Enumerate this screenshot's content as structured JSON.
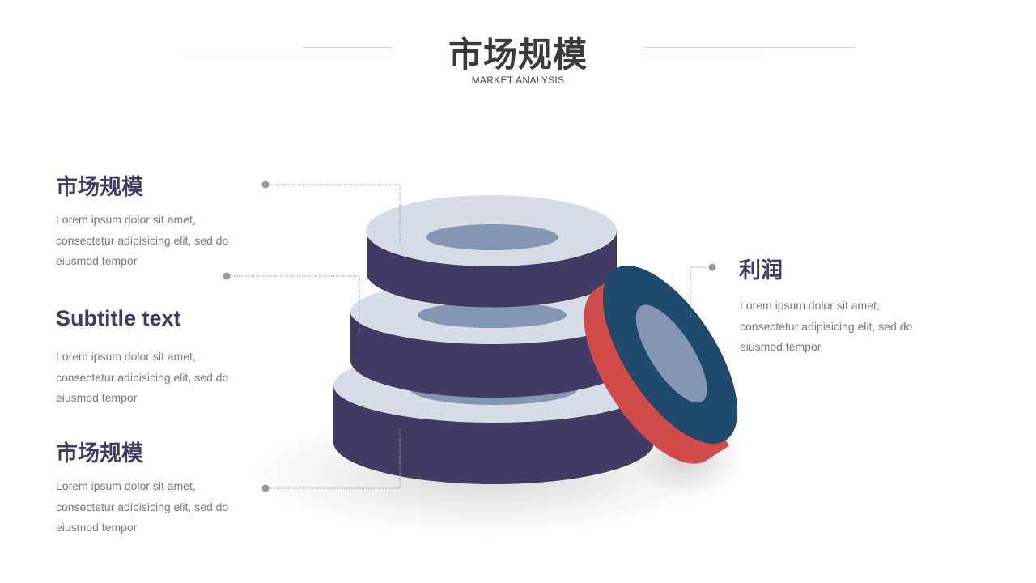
{
  "header": {
    "title": "市场规模",
    "subtitle": "MARKET ANALYSIS"
  },
  "left_items": [
    {
      "heading": "市场规模",
      "text": "Lorem ipsum dolor sit amet,\nconsectetur adipisicing elit, sed do\neiusmod tempor"
    },
    {
      "heading": "Subtitle text",
      "text": "Lorem ipsum dolor sit amet,\nconsectetur adipisicing elit, sed do\neiusmod tempor"
    },
    {
      "heading": "市场规模",
      "text": "Lorem ipsum dolor sit amet,\nconsectetur adipisicing elit, sed do\neiusmod tempor"
    }
  ],
  "right_item": {
    "heading": "利润",
    "text": "Lorem ipsum dolor sit amet,\nconsectetur adipisicing elit, sed do\neiusmod tempor"
  },
  "colors": {
    "dark_purple": "#413a62",
    "light_top": "#d7dce6",
    "hole_blue": "#8497b2",
    "coin_blue": "#1f4a6b",
    "coin_red": "#d14b4b",
    "connector_gray": "#9a9a9a"
  },
  "icons": [
    "connector-dot-icon"
  ]
}
